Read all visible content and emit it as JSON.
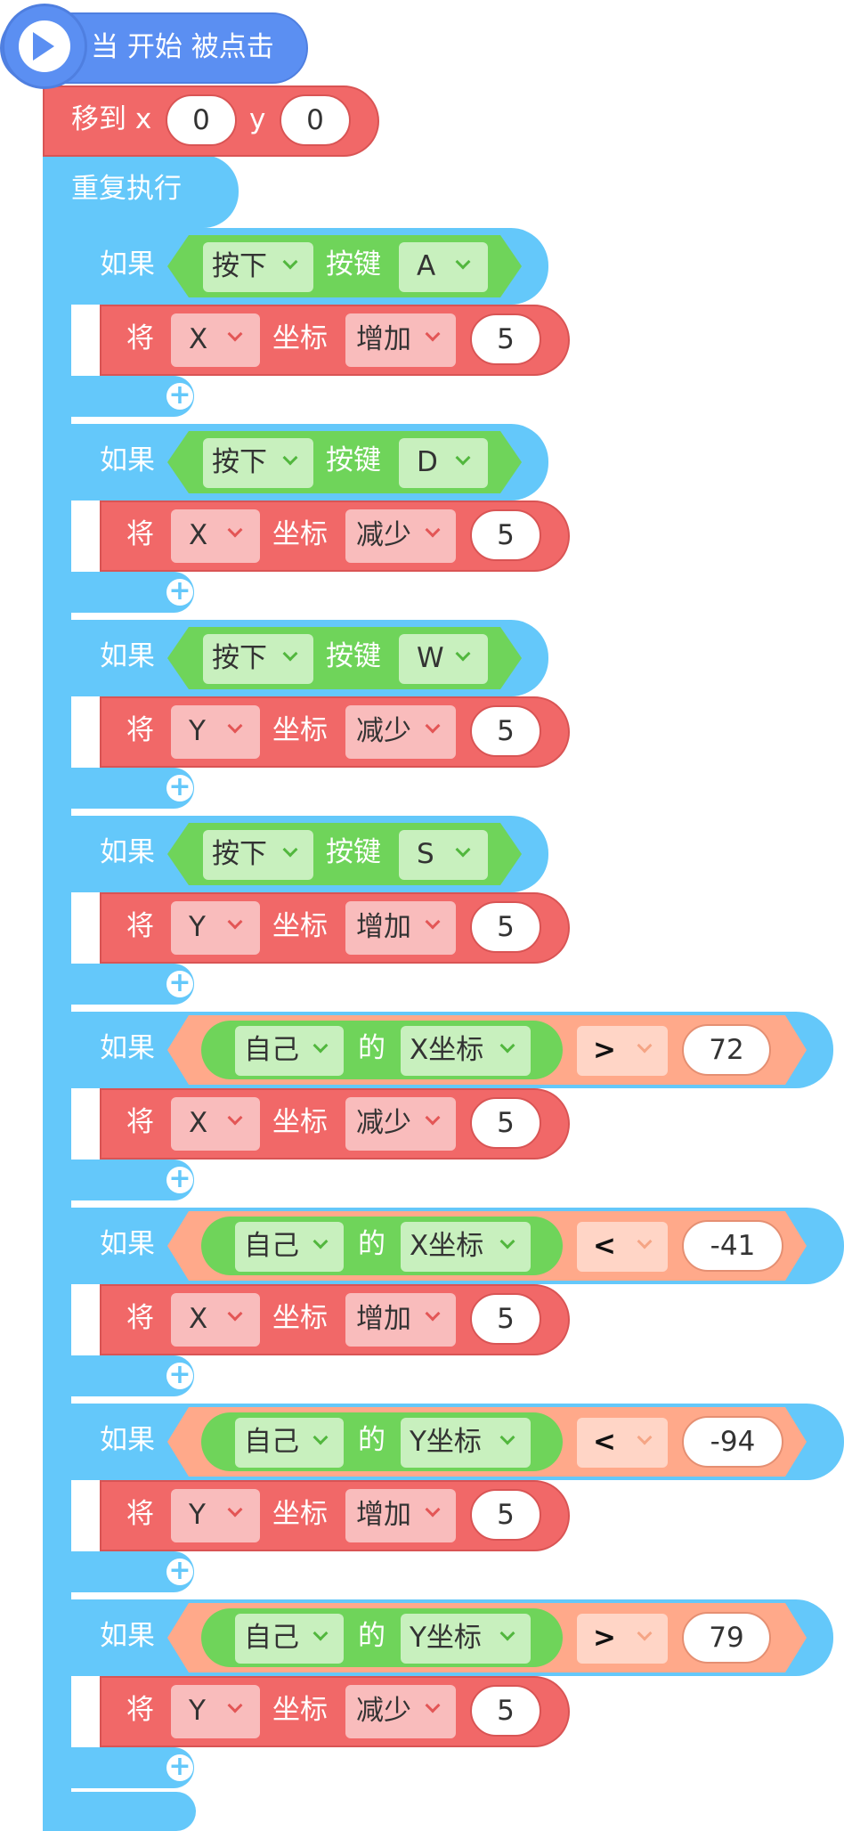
{
  "event": {
    "label": "当 开始 被点击"
  },
  "goto": {
    "label": "移到 x",
    "y_label": "y",
    "x_value": "0",
    "y_value": "0"
  },
  "repeat": {
    "label": "重复执行"
  },
  "common": {
    "if_label": "如果",
    "set_label": "将",
    "coord_label": "坐标",
    "key_label": "按键",
    "of_label": "的",
    "plus": "+"
  },
  "key_blocks": [
    {
      "pressed": "按下",
      "key": "A",
      "axis": "X",
      "op": "增加",
      "value": "5"
    },
    {
      "pressed": "按下",
      "key": "D",
      "axis": "X",
      "op": "减少",
      "value": "5"
    },
    {
      "pressed": "按下",
      "key": "W",
      "axis": "Y",
      "op": "减少",
      "value": "5"
    },
    {
      "pressed": "按下",
      "key": "S",
      "axis": "Y",
      "op": "增加",
      "value": "5"
    }
  ],
  "compare_blocks": [
    {
      "self": "自己",
      "prop": "X坐标",
      "cmp": ">",
      "limit": "72",
      "axis": "X",
      "op": "减少",
      "value": "5"
    },
    {
      "self": "自己",
      "prop": "X坐标",
      "cmp": "<",
      "limit": "-41",
      "axis": "X",
      "op": "增加",
      "value": "5"
    },
    {
      "self": "自己",
      "prop": "Y坐标",
      "cmp": "<",
      "limit": "-94",
      "axis": "Y",
      "op": "增加",
      "value": "5"
    },
    {
      "self": "自己",
      "prop": "Y坐标",
      "cmp": ">",
      "limit": "79",
      "axis": "Y",
      "op": "减少",
      "value": "5"
    }
  ],
  "colors": {
    "event": "#5b8ff2",
    "motion": "#f16868",
    "control": "#64c8fa",
    "sensing": "#6fd45a",
    "operator": "#ffa98a"
  }
}
